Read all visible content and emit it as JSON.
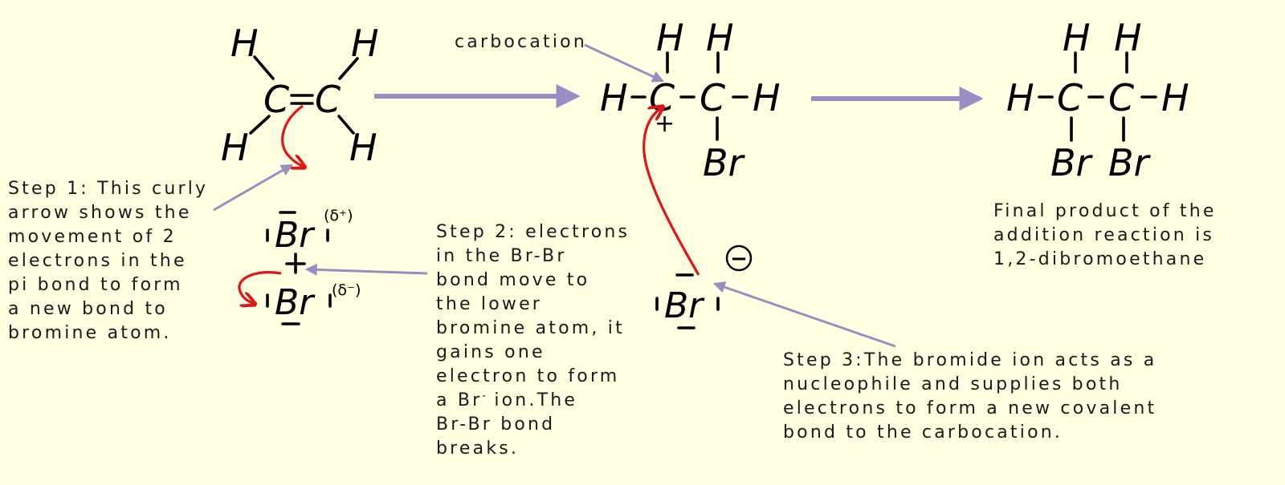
{
  "molecules": {
    "ethene": {
      "c1": "C",
      "c2": "C",
      "h_tl": "H",
      "h_tr": "H",
      "h_bl": "H",
      "h_br": "H"
    },
    "intermediate": {
      "h_left": "H",
      "c1": "C",
      "c2": "C",
      "h_right": "H",
      "h_top1": "H",
      "h_top2": "H",
      "br": "Br",
      "plus": "+"
    },
    "product": {
      "h_left": "H",
      "c1": "C",
      "c2": "C",
      "h_right": "H",
      "h_top1": "H",
      "h_top2": "H",
      "br1": "Br",
      "br2": "Br"
    },
    "bromine_top": {
      "symbol": "Br",
      "partial": "(δ⁺)"
    },
    "bromine_bottom": {
      "symbol": "Br",
      "partial": "(δ⁻)"
    },
    "bromide_ion": {
      "symbol": "Br",
      "charge": "−"
    }
  },
  "labels": {
    "carbocation": "carbocation",
    "step1": [
      "Step 1: This curly",
      "arrow shows the",
      "movement of 2",
      "electrons in the",
      "pi bond to form",
      "a new bond to",
      "bromine atom."
    ],
    "step2": {
      "lines_before": [
        "Step 2: electrons",
        "in the Br-Br",
        "bond move to",
        "the lower",
        "bromine atom, it",
        "gains one",
        "electron to form"
      ],
      "ion_prefix": "a Br",
      "ion_sup": "-",
      "ion_suffix": " ion.The",
      "lines_after": [
        "Br-Br bond",
        "breaks."
      ]
    },
    "step3": [
      "Step 3:The bromide ion acts as a",
      "nucleophile and supplies both",
      "electrons to form a new covalent",
      "bond to the carbocation."
    ],
    "final": [
      "Final product of the",
      "addition reaction is",
      "1,2-dibromoethane"
    ]
  },
  "colors": {
    "background": "#ffffe2",
    "arrow_purple": "#9b8cc4",
    "curly_red": "#e01515",
    "ink": "#000000"
  }
}
